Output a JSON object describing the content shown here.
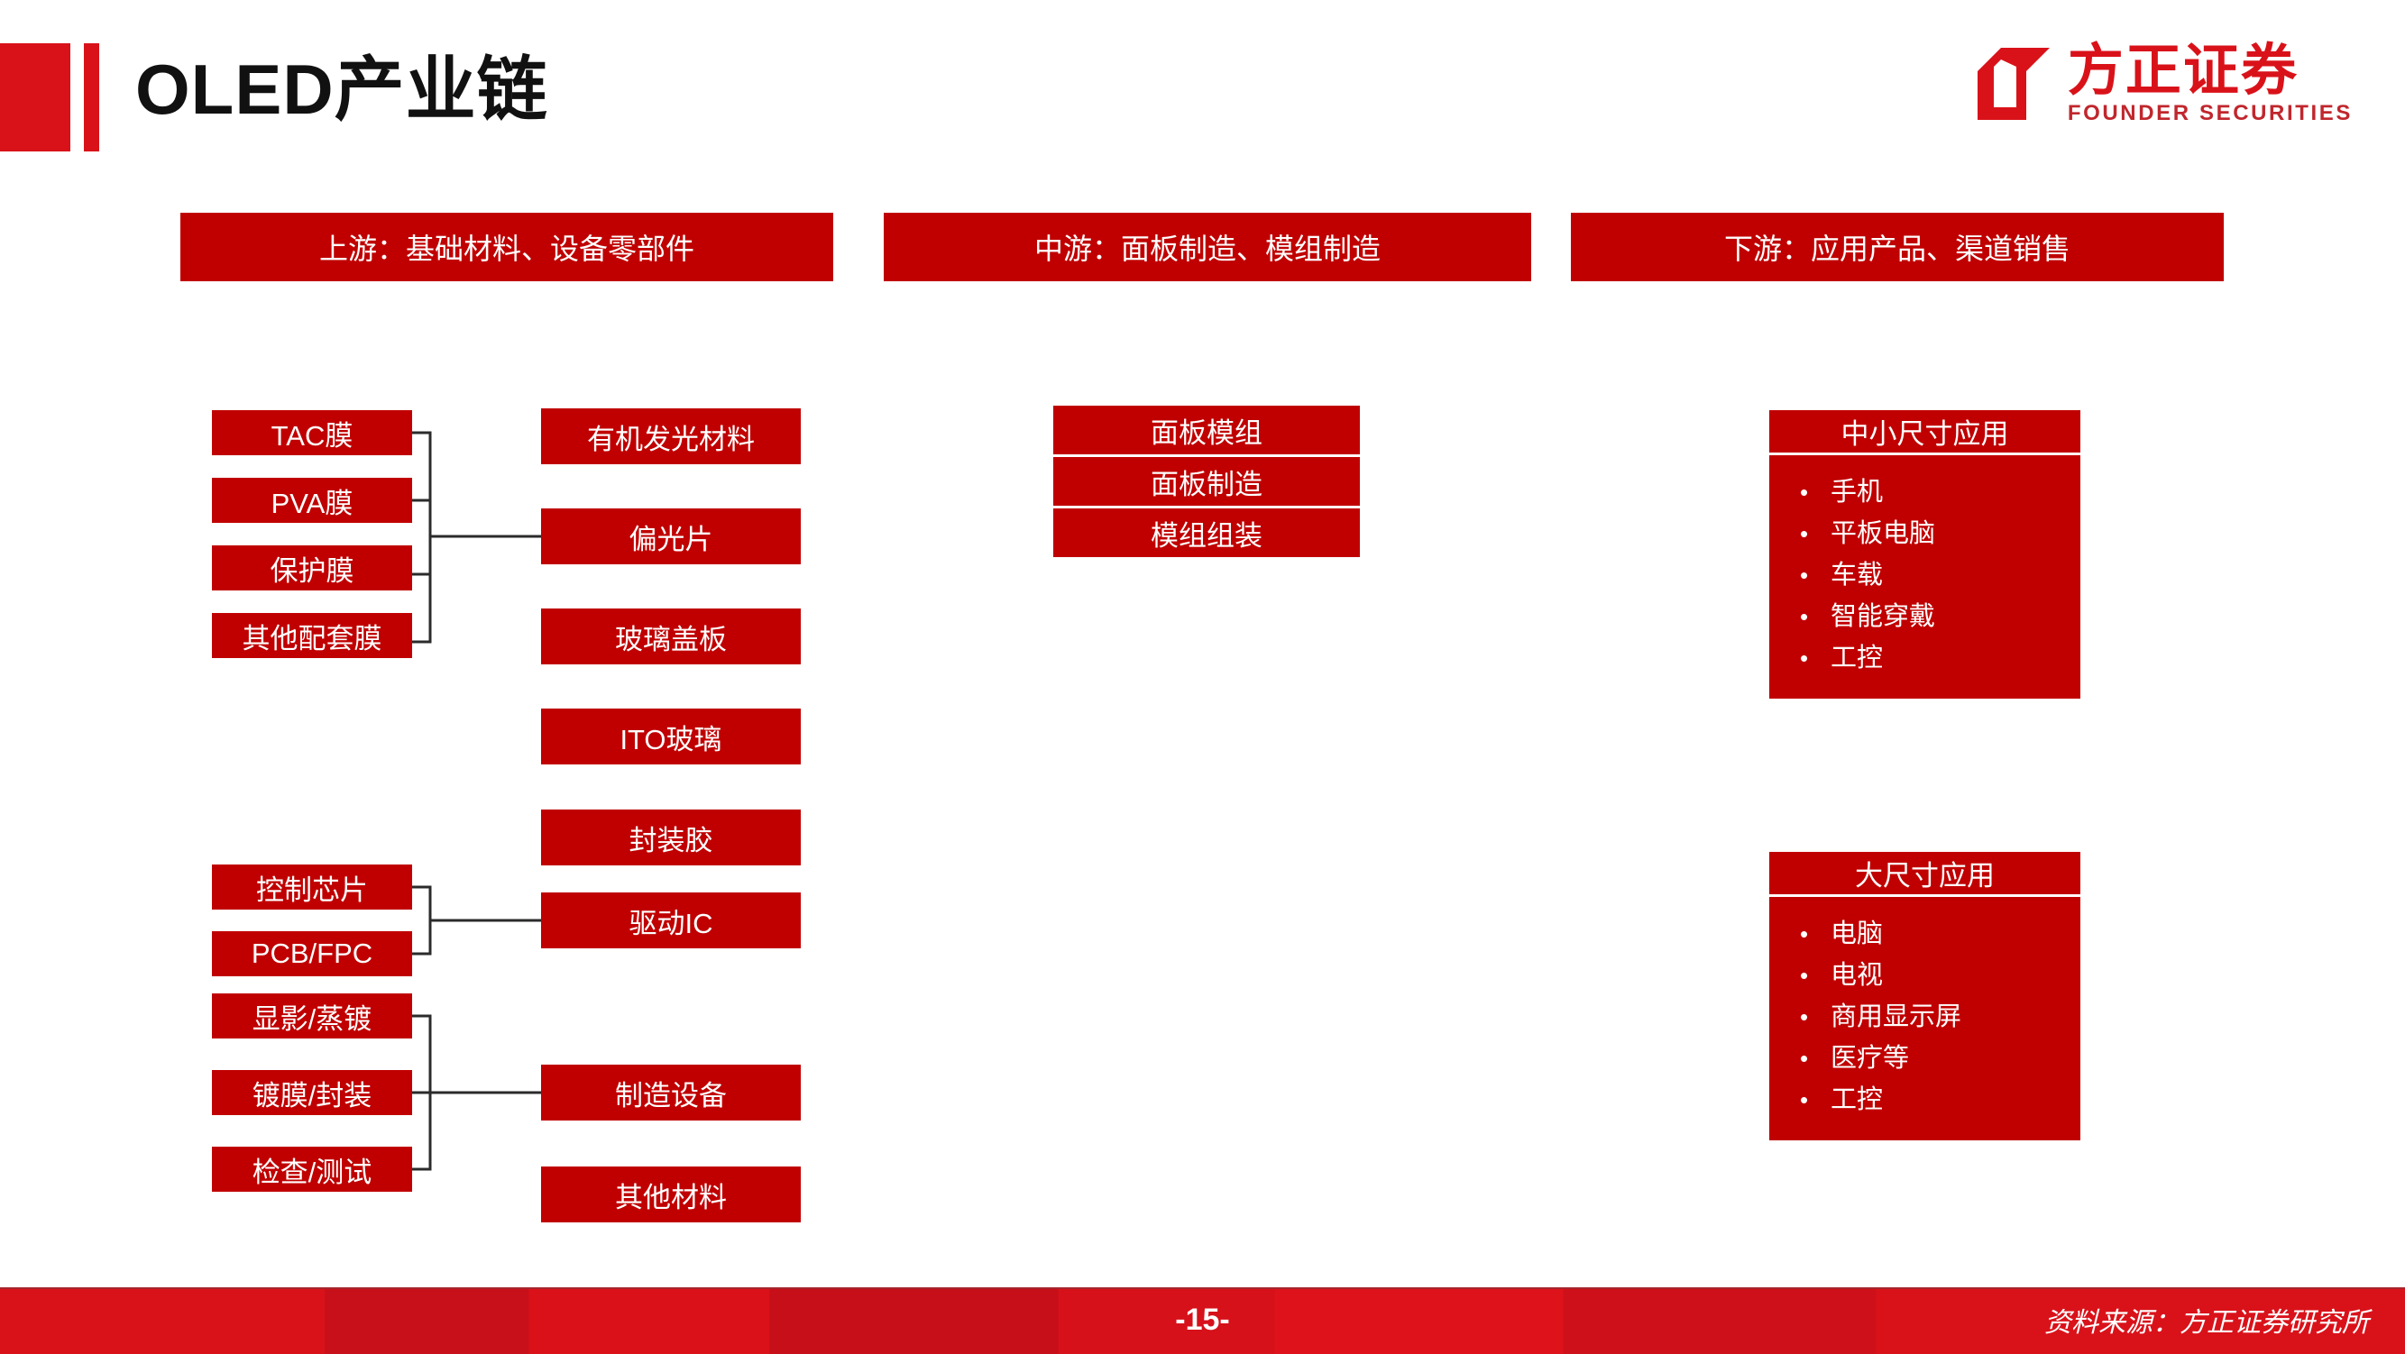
{
  "slide": {
    "title": "OLED产业链",
    "accent_color": "#D9121A",
    "box_color": "#C00000"
  },
  "logo": {
    "cn": "方正证券",
    "en": "FOUNDER SECURITIES"
  },
  "stages": {
    "upstream": "上游：基础材料、设备零部件",
    "midstream": "中游：面板制造、模组制造",
    "downstream": "下游：应用产品、渠道销售"
  },
  "upstream": {
    "inputs_polarizer": [
      {
        "label": "TAC膜"
      },
      {
        "label": "PVA膜"
      },
      {
        "label": "保护膜"
      },
      {
        "label": "其他配套膜"
      }
    ],
    "inputs_driver_ic": [
      {
        "label": "控制芯片"
      },
      {
        "label": "PCB/FPC"
      }
    ],
    "inputs_equipment": [
      {
        "label": "显影/蒸镀"
      },
      {
        "label": "镀膜/封装"
      },
      {
        "label": "检查/测试"
      }
    ],
    "materials": [
      {
        "label": "有机发光材料"
      },
      {
        "label": "偏光片"
      },
      {
        "label": "玻璃盖板"
      },
      {
        "label": "ITO玻璃"
      },
      {
        "label": "封装胶"
      },
      {
        "label": "驱动IC"
      },
      {
        "label": "制造设备"
      },
      {
        "label": "其他材料"
      }
    ]
  },
  "midstream": {
    "items": [
      {
        "label": "面板模组"
      },
      {
        "label": "面板制造"
      },
      {
        "label": "模组组装"
      }
    ]
  },
  "downstream": {
    "panels": [
      {
        "header": "中小尺寸应用",
        "bullet": "•",
        "items": [
          "手机",
          "平板电脑",
          "车载",
          "智能穿戴",
          "工控"
        ]
      },
      {
        "header": "大尺寸应用",
        "bullet": "•",
        "items": [
          "电脑",
          "电视",
          "商用显示屏",
          "医疗等",
          "工控"
        ]
      }
    ]
  },
  "footer": {
    "page_number": "-15-",
    "source": "资料来源：方正证券研究所"
  }
}
